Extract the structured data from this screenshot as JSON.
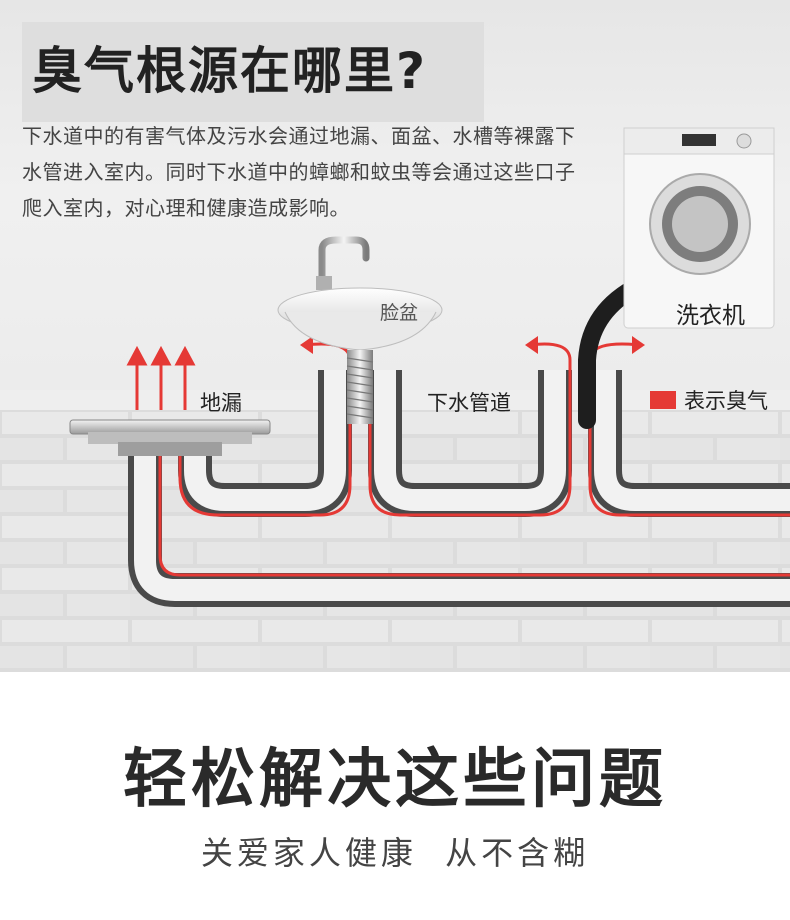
{
  "header": {
    "title": "臭气根源在哪里?",
    "intro": "下水道中的有害气体及污水会通过地漏、面盆、水槽等裸露下水管进入室内。同时下水道中的蟑螂和蚊虫等会通过这些口子爬入室内，对心理和健康造成影响。"
  },
  "diagram": {
    "labels": {
      "floor_drain": "地漏",
      "basin": "脸盆",
      "sewer_pipe": "下水管道",
      "washing_machine": "洗衣机"
    },
    "legend": {
      "text": "表示臭气",
      "color": "#e53935"
    }
  },
  "footer": {
    "headline": "轻松解决这些问题",
    "subline": "关爱家人健康  从不含糊"
  }
}
